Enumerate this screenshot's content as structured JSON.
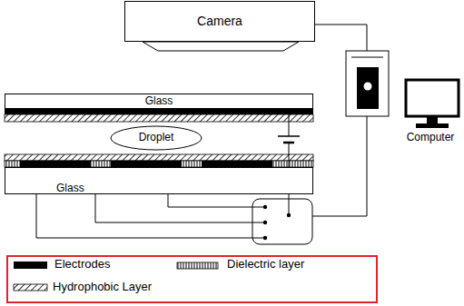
{
  "diagram": {
    "nodes": [
      {
        "text": [
          "Camera"
        ]
      },
      {
        "text": [
          "Glass"
        ]
      },
      {
        "text": [
          "Droplet"
        ]
      },
      {
        "text": [
          "Glass"
        ]
      },
      {
        "text": [
          "Computer"
        ]
      }
    ],
    "legend": [
      {
        "text": "Electrodes",
        "color": "#000000"
      },
      {
        "text": "Dielectric layer"
      },
      {
        "text": "Hydrophobic Layer"
      }
    ]
  }
}
